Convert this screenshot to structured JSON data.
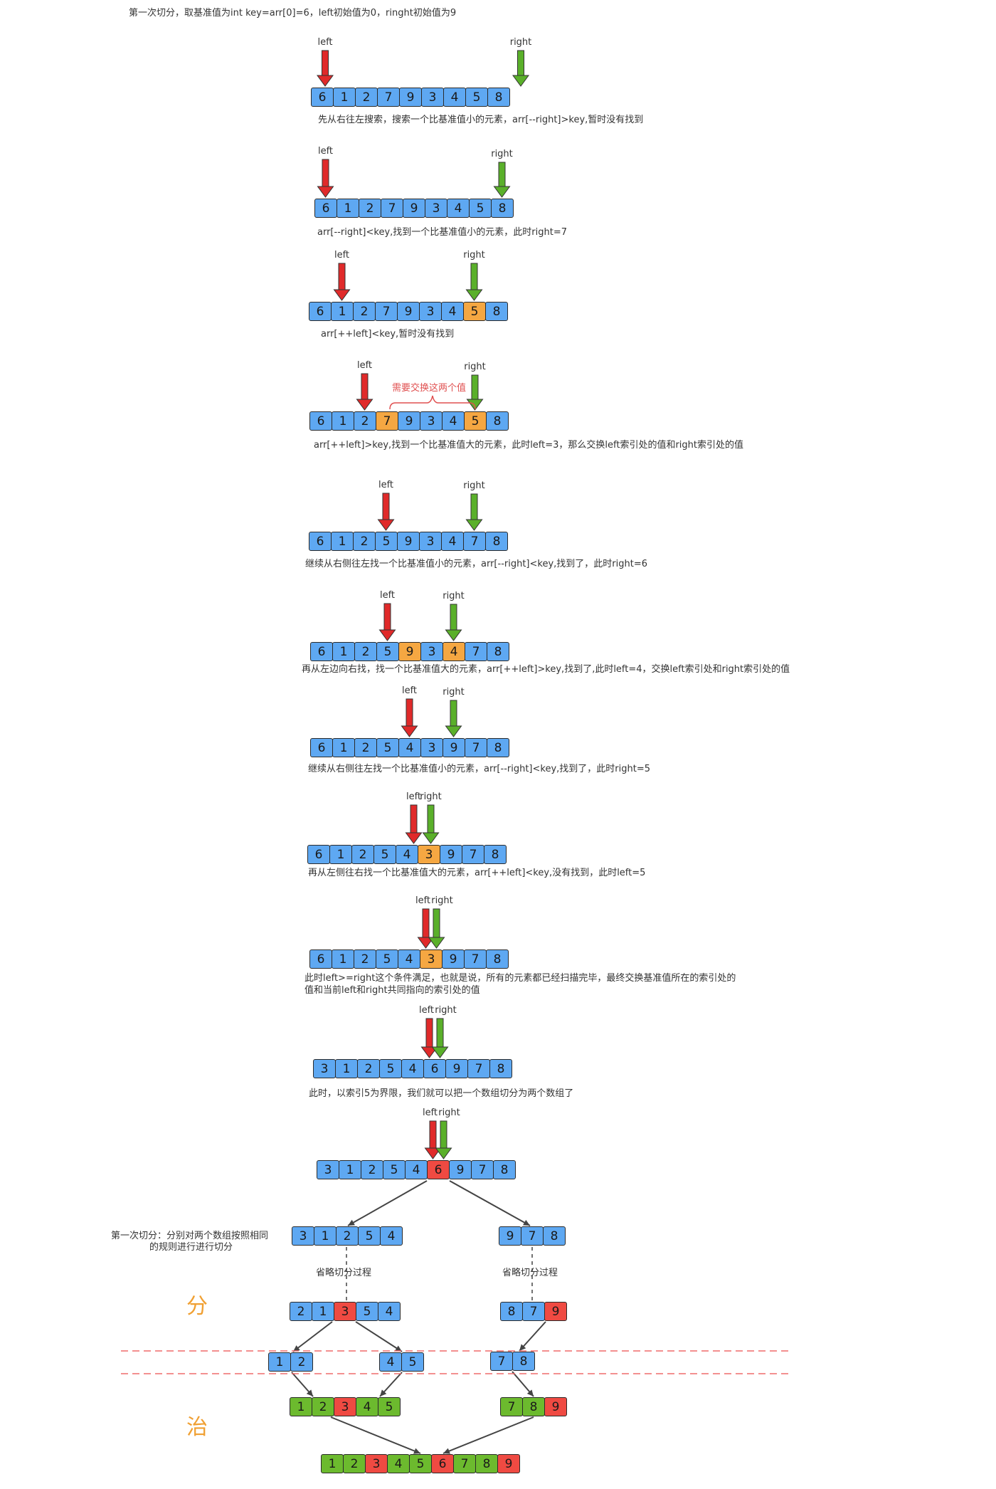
{
  "colors": {
    "blue": "#5ea8f2",
    "orange": "#f5a742",
    "red": "#ef4a42",
    "green": "#6cba2e",
    "left_arrow": "#e02a2a",
    "right_arrow": "#5ab02a",
    "dashed": "#ef6b6b",
    "accent_text": "#f0a033",
    "note": "#e05050"
  },
  "header": "第一次切分，取基准值为int key=arr[0]=6，left初始值为0，ringht初始值为9",
  "labels": {
    "left": "left",
    "right": "right"
  },
  "steps": [
    {
      "cells": [
        6,
        1,
        2,
        7,
        9,
        3,
        4,
        5,
        8
      ],
      "colors": [
        "b",
        "b",
        "b",
        "b",
        "b",
        "b",
        "b",
        "b",
        "b"
      ],
      "caption": "先从右往左搜索，搜索一个比基准值小的元素，arr[--right]>key,暂时没有找到"
    },
    {
      "cells": [
        6,
        1,
        2,
        7,
        9,
        3,
        4,
        5,
        8
      ],
      "colors": [
        "b",
        "b",
        "b",
        "b",
        "b",
        "b",
        "b",
        "b",
        "b"
      ],
      "caption": "arr[--right]<key,找到一个比基准值小的元素，此时right=7"
    },
    {
      "cells": [
        6,
        1,
        2,
        7,
        9,
        3,
        4,
        5,
        8
      ],
      "colors": [
        "b",
        "b",
        "b",
        "b",
        "b",
        "b",
        "b",
        "o",
        "b"
      ],
      "caption": "arr[++left]<key,暂时没有找到"
    },
    {
      "cells": [
        6,
        1,
        2,
        7,
        9,
        3,
        4,
        5,
        8
      ],
      "colors": [
        "b",
        "b",
        "b",
        "o",
        "b",
        "b",
        "b",
        "o",
        "b"
      ],
      "caption": "arr[++left]>key,找到一个比基准值大的元素，此时left=3，那么交换left索引处的值和right索引处的值",
      "note": "需要交换这两个值"
    },
    {
      "cells": [
        6,
        1,
        2,
        5,
        9,
        3,
        4,
        7,
        8
      ],
      "colors": [
        "b",
        "b",
        "b",
        "b",
        "b",
        "b",
        "b",
        "b",
        "b"
      ],
      "caption": "继续从右侧往左找一个比基准值小的元素，arr[--right]<key,找到了，此时right=6"
    },
    {
      "cells": [
        6,
        1,
        2,
        5,
        9,
        3,
        4,
        7,
        8
      ],
      "colors": [
        "b",
        "b",
        "b",
        "b",
        "o",
        "b",
        "o",
        "b",
        "b"
      ],
      "caption": "再从左边向右找，找一个比基准值大的元素，arr[++left]>key,找到了,此时left=4，交换left索引处和right索引处的值"
    },
    {
      "cells": [
        6,
        1,
        2,
        5,
        4,
        3,
        9,
        7,
        8
      ],
      "colors": [
        "b",
        "b",
        "b",
        "b",
        "b",
        "b",
        "b",
        "b",
        "b"
      ],
      "caption": "继续从右侧往左找一个比基准值小的元素，arr[--right]<key,找到了，此时right=5"
    },
    {
      "cells": [
        6,
        1,
        2,
        5,
        4,
        3,
        9,
        7,
        8
      ],
      "colors": [
        "b",
        "b",
        "b",
        "b",
        "b",
        "o",
        "b",
        "b",
        "b"
      ],
      "caption": "再从左侧往右找一个比基准值大的元素，arr[++left]<key,没有找到，此时left=5"
    },
    {
      "cells": [
        6,
        1,
        2,
        5,
        4,
        3,
        9,
        7,
        8
      ],
      "colors": [
        "b",
        "b",
        "b",
        "b",
        "b",
        "o",
        "b",
        "b",
        "b"
      ],
      "caption": "此时left>=right这个条件满足，也就是说，所有的元素都已经扫描完毕，最终交换基准值所在的索引处的",
      "caption2": "值和当前left和right共同指向的索引处的值"
    },
    {
      "cells": [
        3,
        1,
        2,
        5,
        4,
        6,
        9,
        7,
        8
      ],
      "colors": [
        "b",
        "b",
        "b",
        "b",
        "b",
        "b",
        "b",
        "b",
        "b"
      ],
      "caption": "此时，以索引5为界限，我们就可以把一个数组切分为两个数组了"
    },
    {
      "cells": [
        3,
        1,
        2,
        5,
        4,
        6,
        9,
        7,
        8
      ],
      "colors": [
        "b",
        "b",
        "b",
        "b",
        "b",
        "r",
        "b",
        "b",
        "b"
      ]
    }
  ],
  "tree": {
    "level1": [
      {
        "cells": [
          3,
          1,
          2,
          5,
          4
        ],
        "colors": [
          "b",
          "b",
          "b",
          "b",
          "b"
        ]
      },
      {
        "cells": [
          9,
          7,
          8
        ],
        "colors": [
          "b",
          "b",
          "b"
        ]
      }
    ],
    "note_first": "第一次切分：分别对两个数组按照相同",
    "note_first2": "的规则进行进行切分",
    "omit": "省略切分过程",
    "divide_label": "分",
    "conquer_label": "治",
    "level2": [
      {
        "cells": [
          2,
          1,
          3,
          5,
          4
        ],
        "colors": [
          "b",
          "b",
          "r",
          "b",
          "b"
        ]
      },
      {
        "cells": [
          8,
          7,
          9
        ],
        "colors": [
          "b",
          "b",
          "r"
        ]
      }
    ],
    "level3": [
      {
        "cells": [
          1,
          2
        ],
        "colors": [
          "b",
          "b"
        ]
      },
      {
        "cells": [
          4,
          5
        ],
        "colors": [
          "b",
          "b"
        ]
      },
      {
        "cells": [
          7,
          8
        ],
        "colors": [
          "b",
          "b"
        ]
      }
    ],
    "level4": [
      {
        "cells": [
          1,
          2,
          3,
          4,
          5
        ],
        "colors": [
          "g",
          "g",
          "r",
          "g",
          "g"
        ]
      },
      {
        "cells": [
          7,
          8,
          9
        ],
        "colors": [
          "g",
          "g",
          "r"
        ]
      }
    ],
    "final": {
      "cells": [
        1,
        2,
        3,
        4,
        5,
        6,
        7,
        8,
        9
      ],
      "colors": [
        "g",
        "g",
        "r",
        "g",
        "g",
        "r",
        "g",
        "g",
        "r"
      ]
    }
  }
}
